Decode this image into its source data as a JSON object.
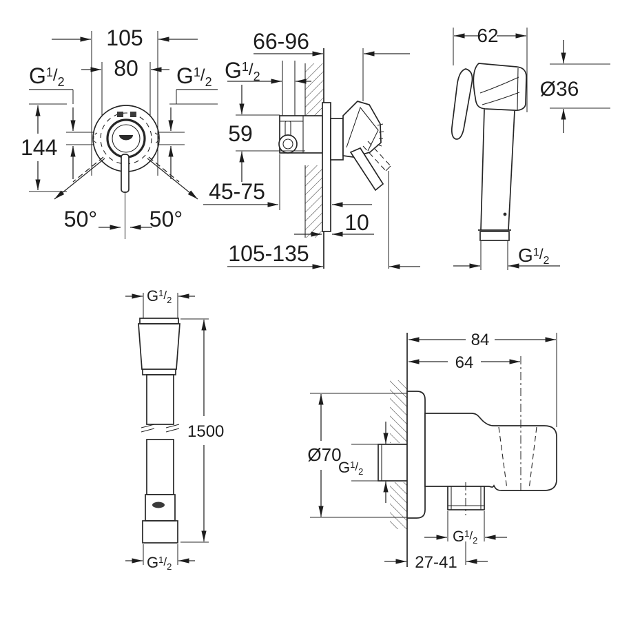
{
  "meta": {
    "kind": "technical dimension drawing, shower fitting set",
    "background": "#ffffff",
    "line_color": "#262626",
    "text_color": "#1d1d1d"
  },
  "g_half": {
    "g": "G",
    "sup": "1",
    "slash": "/",
    "sub": "2"
  },
  "views": {
    "mixer_front": {
      "dim_width_outer": "105",
      "dim_width_inner": "80",
      "dim_height": "144",
      "dim_angle_left": "50°",
      "dim_angle_right": "50°",
      "thread_left": "G 1/2",
      "thread_right": "G 1/2"
    },
    "mixer_side": {
      "dim_depth_range": "66-96",
      "thread_supply": "G 1/2",
      "dim_body_height": "59",
      "dim_depth_min": "45-75",
      "dim_plate_thickness": "10",
      "dim_total_depth": "105-135"
    },
    "hand_shower": {
      "dim_width": "62",
      "dim_head_diameter": "Ø36",
      "thread": "G 1/2"
    },
    "hose": {
      "thread_top": "G 1/2",
      "dim_length": "1500",
      "thread_bottom": "G 1/2"
    },
    "wall_union": {
      "dim_width_total": "84",
      "dim_axis_distance": "64",
      "dim_flange_diameter": "Ø70",
      "thread_inlet": "G 1/2",
      "thread_outlet": "G 1/2",
      "dim_outlet_range": "27-41"
    }
  }
}
